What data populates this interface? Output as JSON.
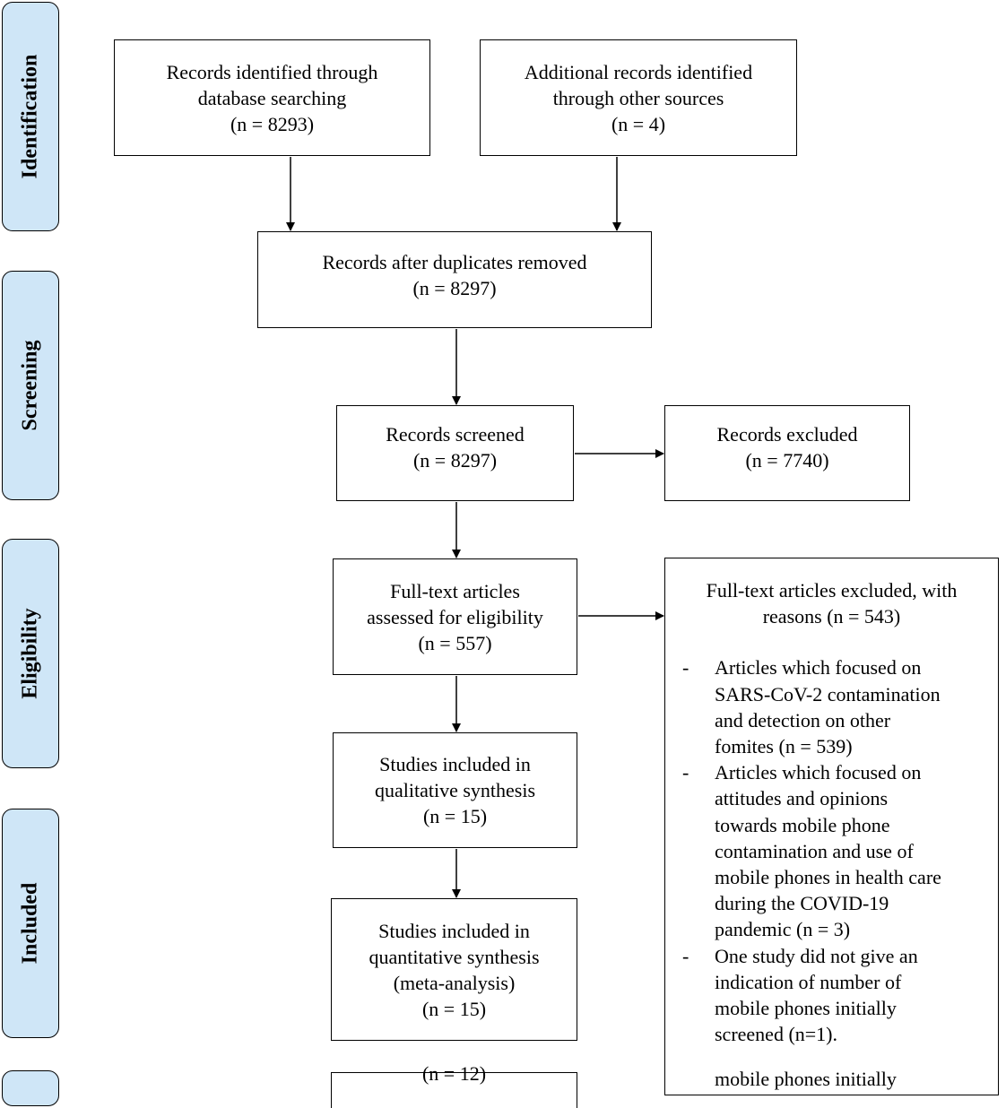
{
  "phases": {
    "identification": "Identification",
    "screening": "Screening",
    "eligibility": "Eligibility",
    "included": "Included"
  },
  "boxes": {
    "database": {
      "lines": [
        "Records identified through",
        "database searching",
        "(n = 8293)"
      ]
    },
    "other_sources": {
      "lines": [
        "Additional records identified",
        "through other sources",
        "(n = 4)"
      ]
    },
    "after_duplicates": {
      "lines": [
        "Records after duplicates removed",
        "(n = 8297)"
      ]
    },
    "screened": {
      "lines": [
        "Records screened",
        "(n = 8297)"
      ]
    },
    "excluded": {
      "lines": [
        "Records excluded",
        "(n = 7740)"
      ]
    },
    "full_text": {
      "lines": [
        "Full-text articles",
        "assessed for eligibility",
        "(n = 557)"
      ]
    },
    "qualitative": {
      "lines": [
        "Studies included in",
        "qualitative synthesis",
        "(n = 15)"
      ]
    },
    "quantitative": {
      "lines": [
        "Studies included in",
        "quantitative synthesis",
        "(meta-analysis)",
        "(n = 15)"
      ]
    },
    "bottom_partial": "(n = 12)"
  },
  "full_text_excluded": {
    "heading_lines": [
      "Full-text articles excluded, with",
      "reasons (n = 543)"
    ],
    "reasons": [
      [
        "Articles which focused on",
        "SARS-CoV-2 contamination",
        "and detection on other",
        "fomites (n = 539)"
      ],
      [
        "Articles which focused on",
        "attitudes and opinions",
        "towards mobile phone",
        "contamination and use of",
        "mobile phones in health care",
        "during the COVID-19",
        "pandemic (n = 3)"
      ],
      [
        "One study did not give an",
        "indication of number of",
        "mobile phones initially",
        "screened (n=1)."
      ]
    ],
    "cutoff_line": "mobile phones initially"
  }
}
